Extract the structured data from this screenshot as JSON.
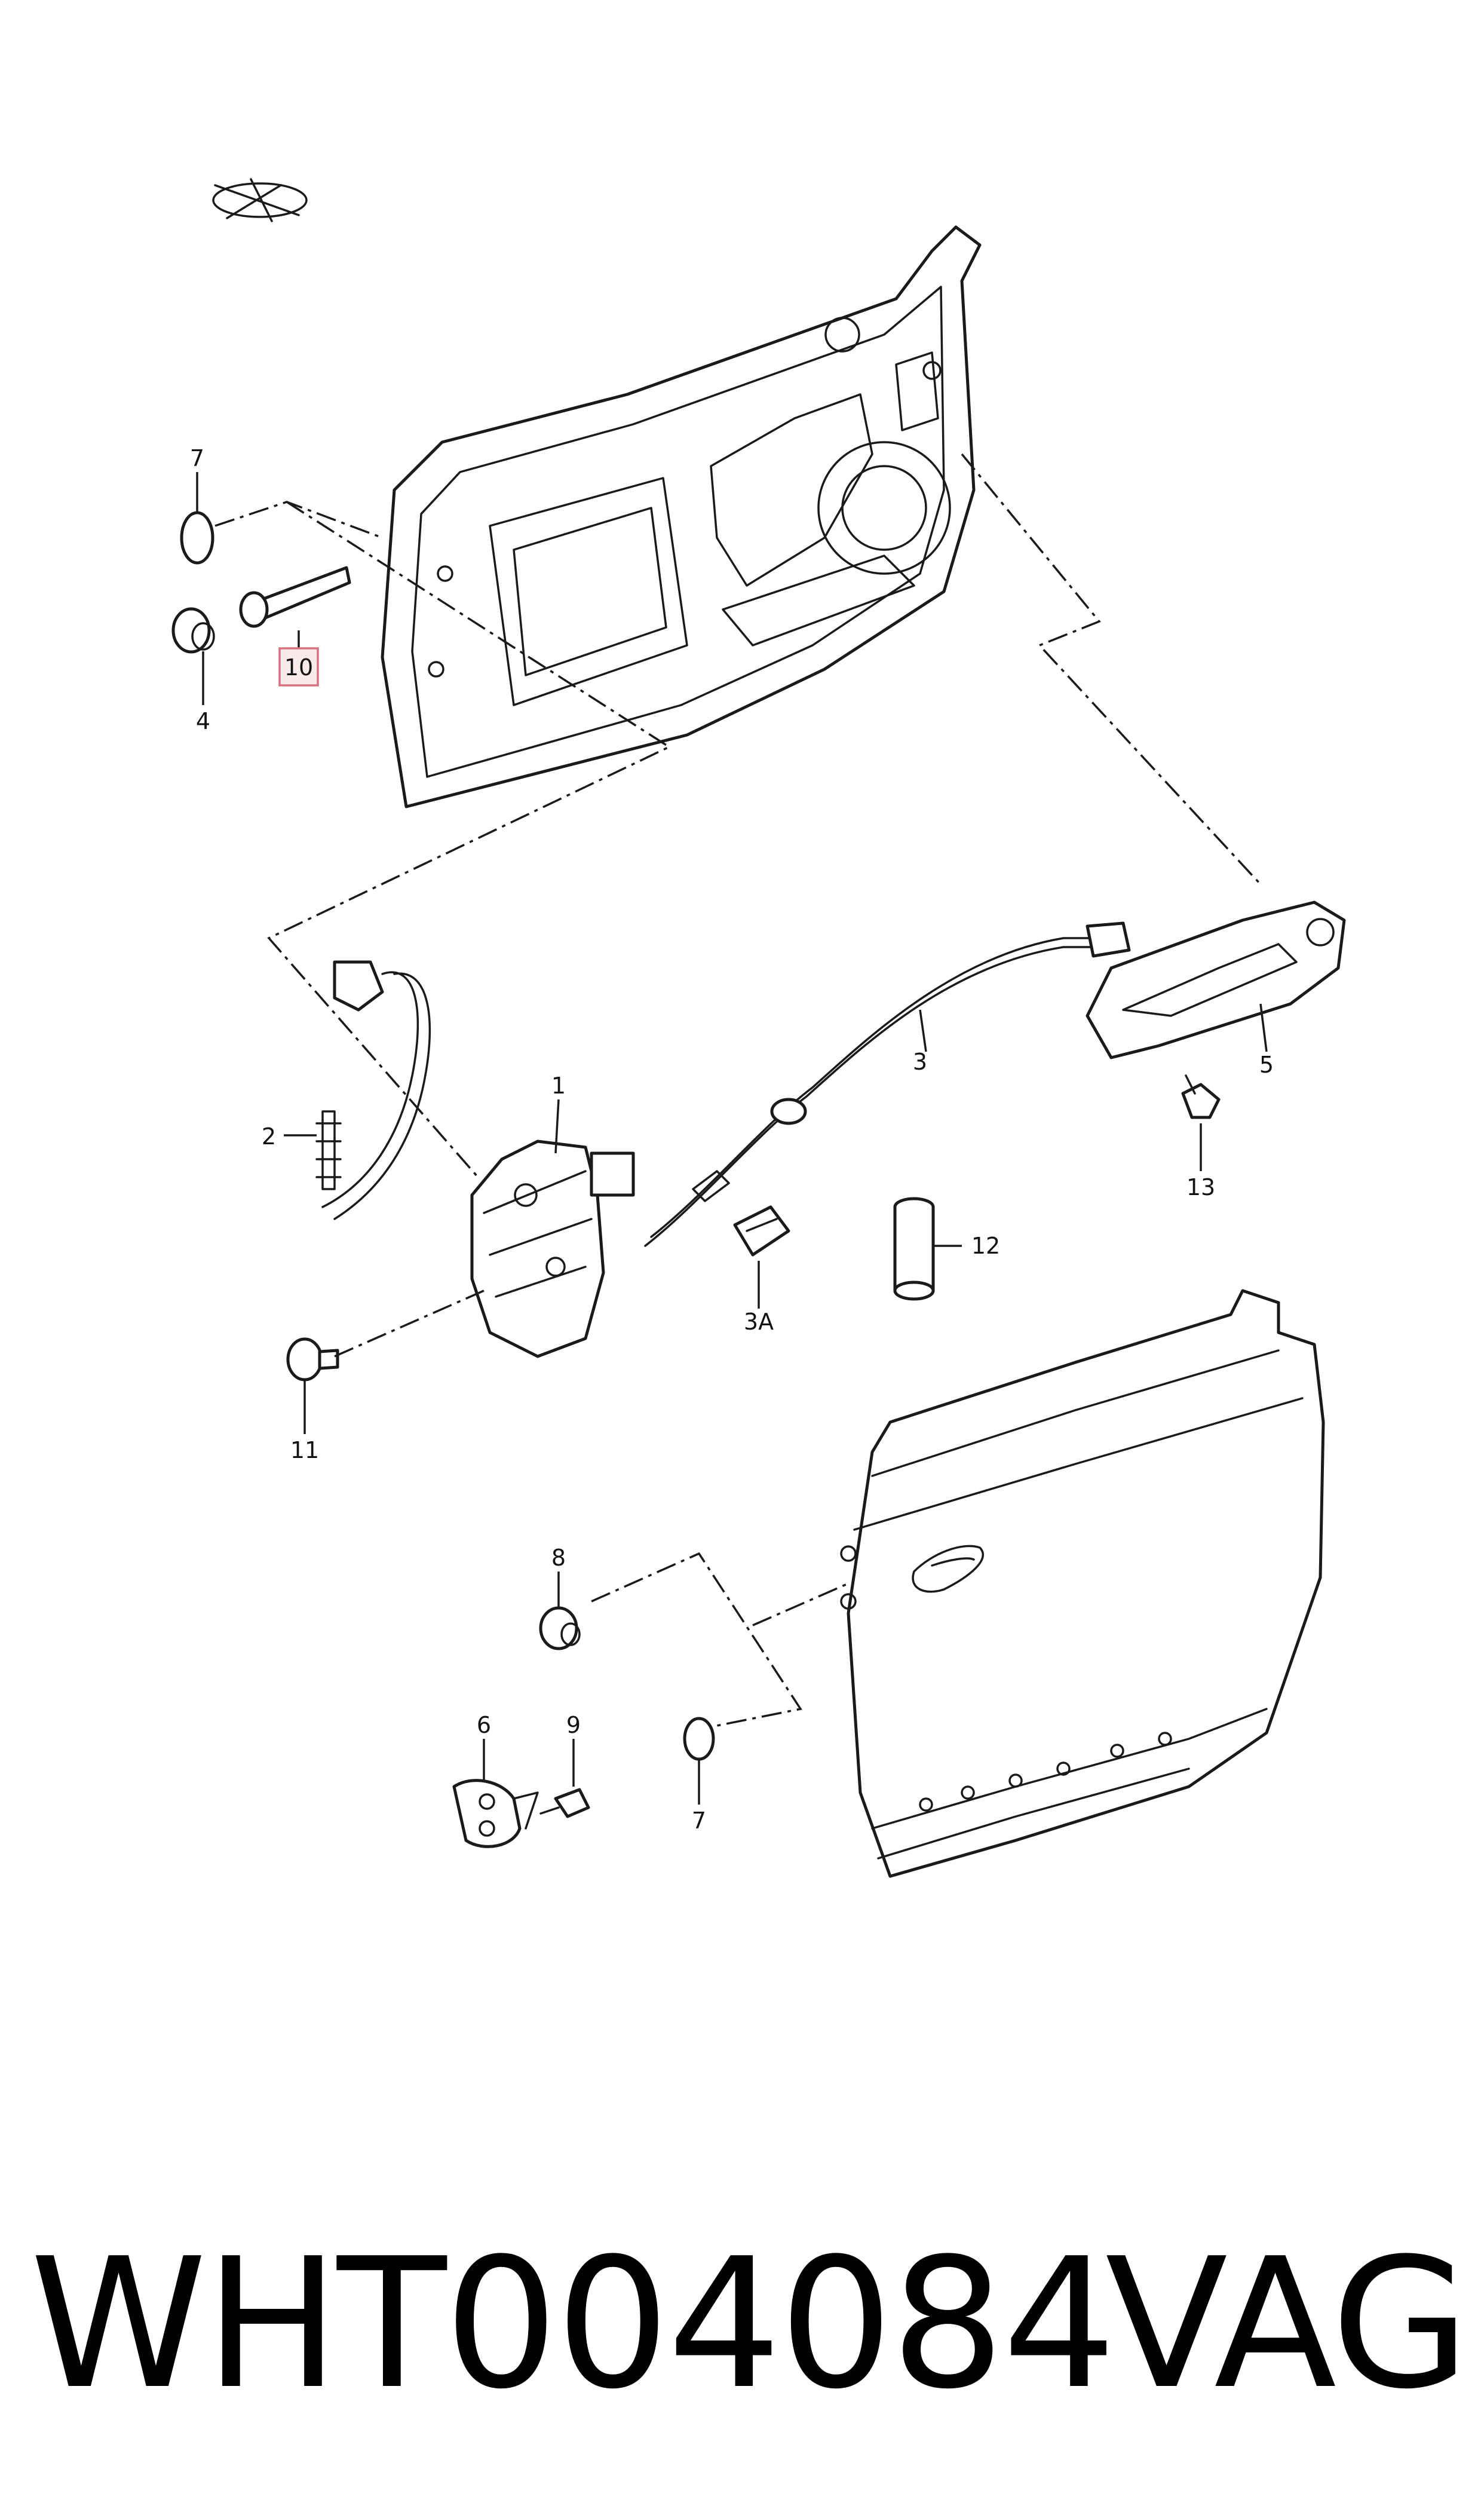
{
  "diagram": {
    "callouts": {
      "c7a": "7",
      "c10": "10",
      "c4": "4",
      "c1": "1",
      "c2": "2",
      "c3": "3",
      "c5": "5",
      "c13": "13",
      "c3A": "3A",
      "c12": "12",
      "c11": "11",
      "c8": "8",
      "c6": "6",
      "c9": "9",
      "c7b": "7"
    },
    "highlighted_callout": "10",
    "highlight_color": "#d9707f"
  },
  "footer": {
    "part_number": "WHT004084",
    "brand": "VAG"
  }
}
